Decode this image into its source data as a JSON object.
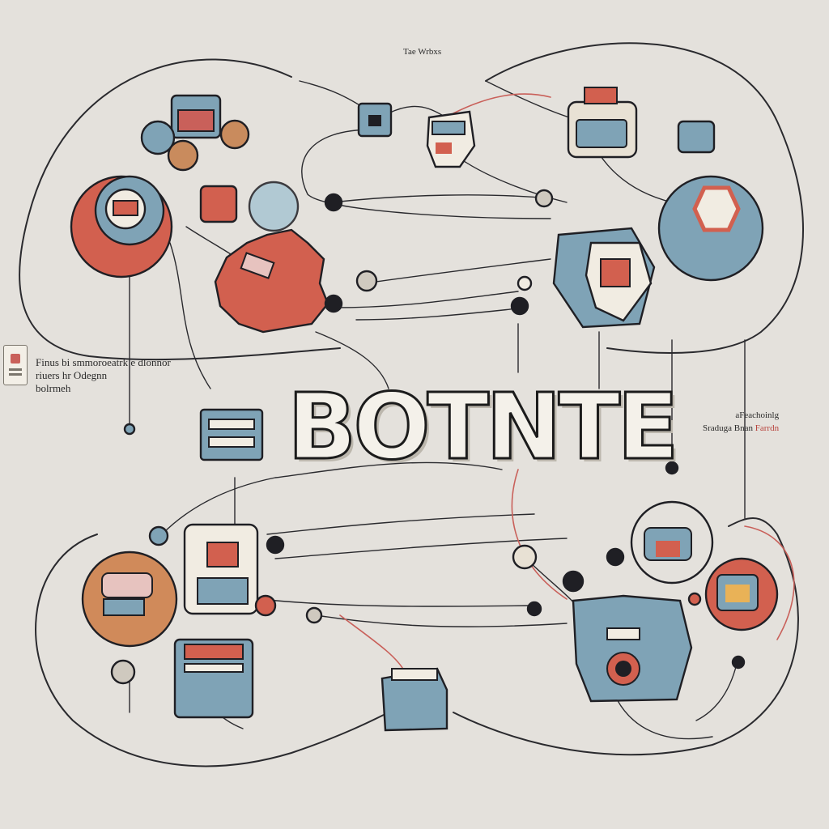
{
  "title": "BOTNTE",
  "top_label": "Tae Wrbxs",
  "left_note": {
    "line1": "Finus bi smmoroeatrk e dlonnor",
    "line2": "riuers hr Odegnn",
    "line3": "bolrmeh"
  },
  "right_note": {
    "line1": "aFeachoinlg",
    "line2_a": "Sraduga Bnan ",
    "line2_b": "Farrdn"
  },
  "colors": {
    "background": "#e4e1dc",
    "accent_red": "#d2604f",
    "accent_blue": "#7fa3b6",
    "ink": "#1f1f24"
  },
  "icons": [
    "tv-icon",
    "camera-icon",
    "gear-icon",
    "robot-head-icon",
    "server-icon",
    "connector-icon",
    "radio-icon",
    "plug-icon"
  ]
}
